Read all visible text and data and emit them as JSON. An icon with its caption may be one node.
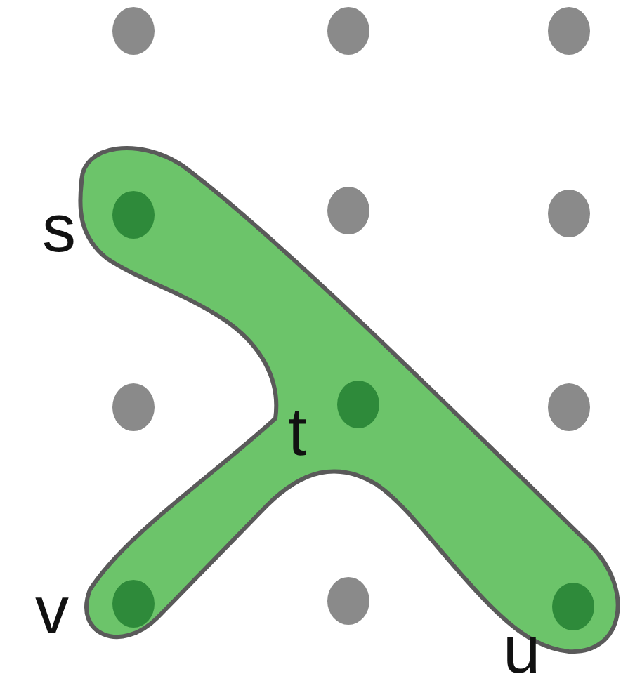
{
  "diagram": {
    "nodes": [
      {
        "text": [],
        "shape": "band"
      },
      {
        "text": [],
        "shape": "circle"
      },
      {
        "text": [],
        "shape": "circle"
      },
      {
        "text": [],
        "shape": "circle"
      },
      {
        "text": [],
        "shape": "circle",
        "in": 0,
        "beside": [
          "s"
        ]
      },
      {
        "text": [],
        "shape": "circle"
      },
      {
        "text": [],
        "shape": "circle"
      },
      {
        "text": [],
        "shape": "circle"
      },
      {
        "text": [],
        "shape": "circle",
        "in": 0,
        "beside": [
          "t"
        ]
      },
      {
        "text": [],
        "shape": "circle"
      },
      {
        "text": [],
        "shape": "circle",
        "in": 0,
        "beside": [
          "v"
        ]
      },
      {
        "text": [],
        "shape": "circle"
      },
      {
        "text": [],
        "shape": "circle",
        "in": 0,
        "beside": [
          "u"
        ]
      }
    ]
  }
}
